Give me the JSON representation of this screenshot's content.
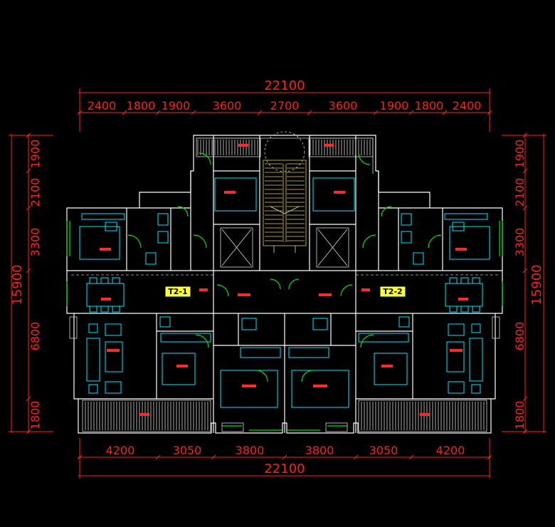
{
  "top_dims": {
    "total": "22100",
    "segments": [
      "2400",
      "1800",
      "1900",
      "3600",
      "2700",
      "3600",
      "1900",
      "1800",
      "2400"
    ]
  },
  "bottom_dims": {
    "total": "22100",
    "segments": [
      "4200",
      "3050",
      "3800",
      "3800",
      "3050",
      "4200"
    ]
  },
  "left_dims": {
    "total": "15900",
    "segments": [
      "1900",
      "2100",
      "3300",
      "6800",
      "1800"
    ]
  },
  "right_dims": {
    "total": "15900",
    "segments": [
      "1900",
      "2100",
      "3300",
      "6800",
      "1800"
    ]
  },
  "units": [
    "T2-1",
    "T2-2"
  ],
  "colors": {
    "dimension": "#ff1f1f",
    "walls": "#ffffff",
    "furniture": "#00e5ff",
    "windows": "#00e000",
    "stairs": "#e8d23a",
    "unit_tag": "#ffff33"
  }
}
